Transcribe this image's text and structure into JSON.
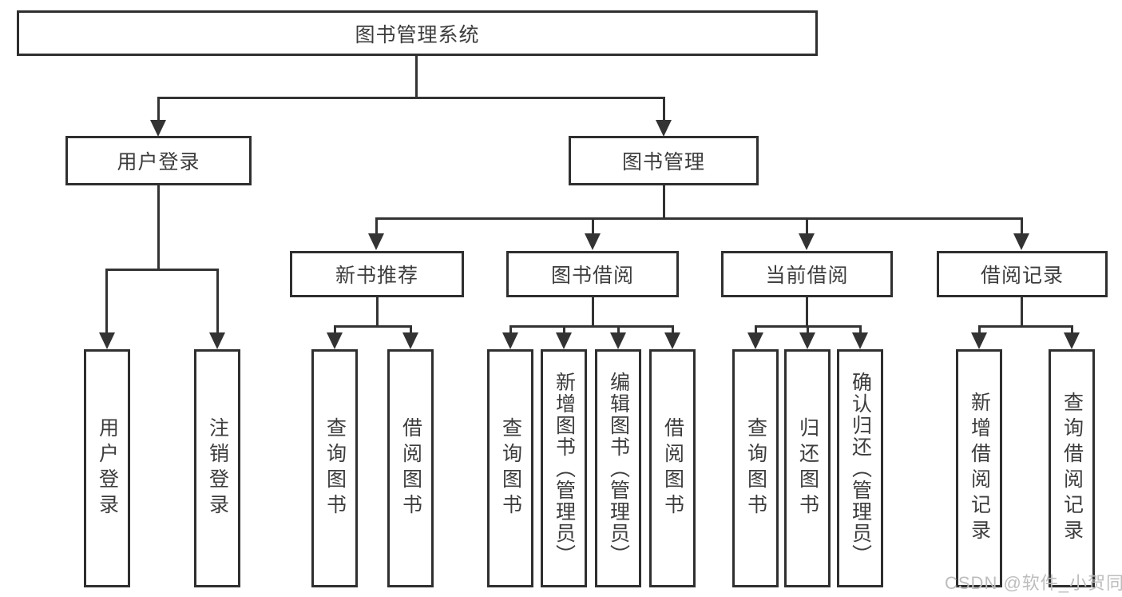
{
  "diagram": {
    "nodes": {
      "root": "图书管理系统",
      "user_login": "用户登录",
      "book_management": "图书管理",
      "new_book_recommend": "新书推荐",
      "book_borrow": "图书借阅",
      "current_borrow": "当前借阅",
      "borrow_records": "借阅记录",
      "leaf_user_login": "用户登录",
      "leaf_logout": "注销登录",
      "leaf_query_book_1": "查询图书",
      "leaf_borrow_book_1": "借阅图书",
      "leaf_query_book_2": "查询图书",
      "leaf_add_book_admin": "新增图书（管理员）",
      "leaf_edit_book_admin": "编辑图书（管理员）",
      "leaf_borrow_book_2": "借阅图书",
      "leaf_query_book_3": "查询图书",
      "leaf_return_book": "归还图书",
      "leaf_confirm_return_admin": "确认归还（管理员）",
      "leaf_add_borrow_record": "新增借阅记录",
      "leaf_query_borrow_record": "查询借阅记录"
    },
    "watermark": "CSDN @软件_小贺同学",
    "colors": {
      "line": "#333333",
      "box_border": "#2f2f2f",
      "box_fill": "#ffffff",
      "text": "#3d3d3d",
      "watermark": "#bdbdbd",
      "background": "#ffffff"
    }
  }
}
